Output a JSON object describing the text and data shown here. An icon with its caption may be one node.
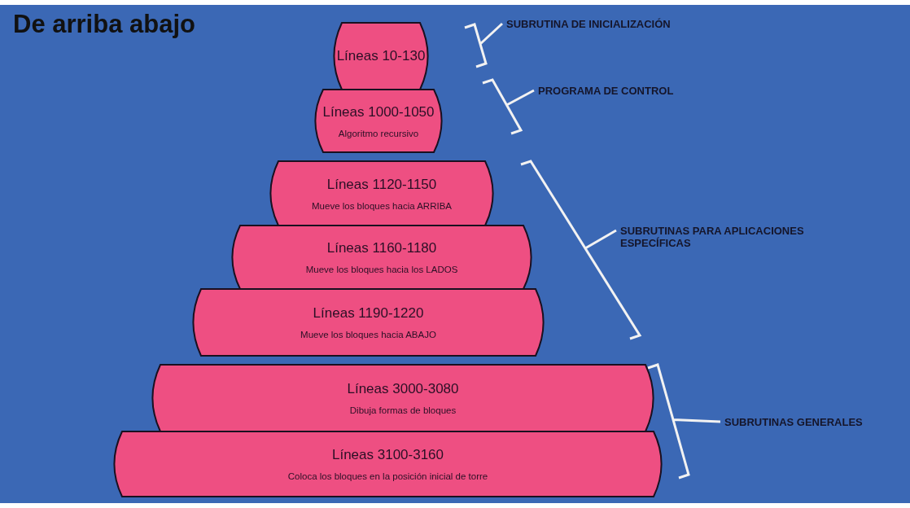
{
  "diagram": {
    "title": "De arriba abajo",
    "nodes": [
      {
        "text": [
          "Líneas 10-130"
        ]
      },
      {
        "text": [
          "Líneas 1000-1050",
          "Algoritmo recursivo"
        ]
      },
      {
        "text": [
          "Líneas 1120-1150",
          "Mueve los bloques hacia ARRIBA"
        ]
      },
      {
        "text": [
          "Líneas 1160-1180",
          "Mueve los bloques hacia los LADOS"
        ]
      },
      {
        "text": [
          "Líneas 1190-1220",
          "Mueve los bloques hacia ABAJO"
        ]
      },
      {
        "text": [
          "Líneas 3000-3080",
          "Dibuja formas de bloques"
        ]
      },
      {
        "text": [
          "Líneas 3100-3160",
          "Coloca los bloques en la posición inicial de torre"
        ]
      }
    ],
    "labels": [
      "SUBRUTINA DE INICIALIZACIÓN",
      "PROGRAMA DE CONTROL",
      "SUBRUTINAS PARA APLICACIONES ESPECÍFICAS",
      "SUBRUTINAS GENERALES"
    ]
  }
}
